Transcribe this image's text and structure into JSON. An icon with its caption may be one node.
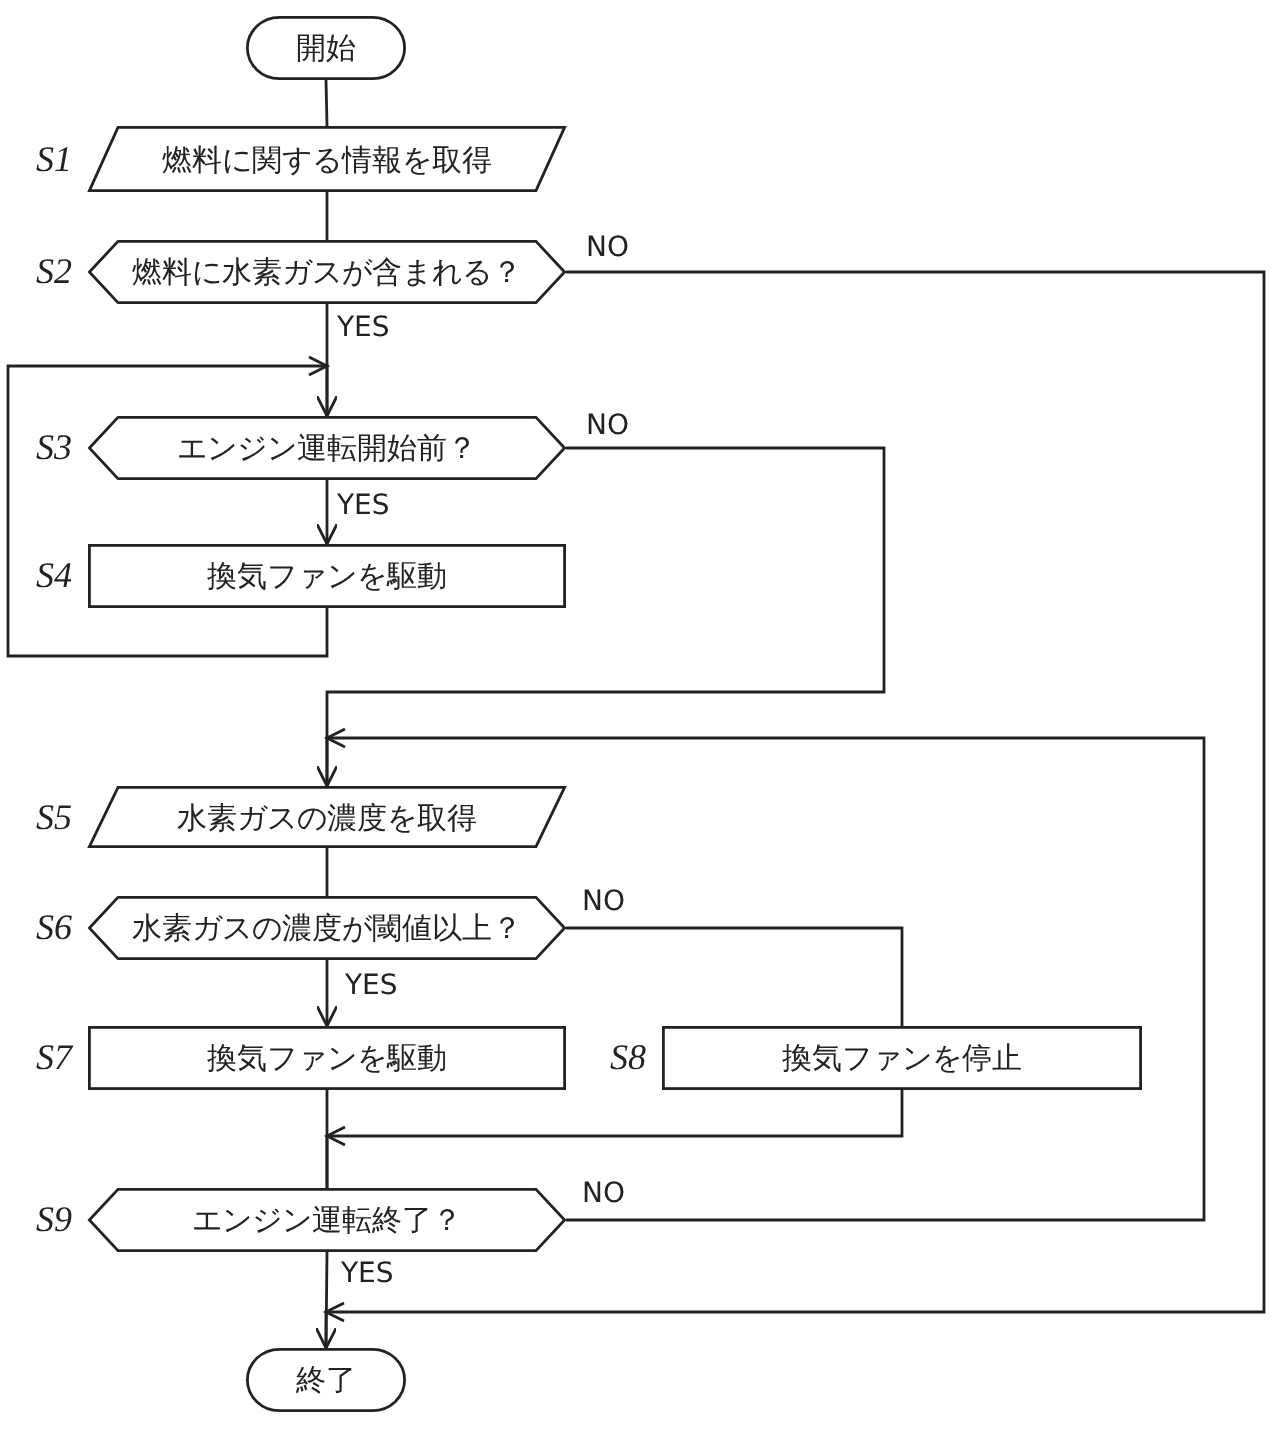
{
  "diagram": {
    "nodes": [
      {
        "text": [
          "開始"
        ]
      },
      {
        "text": [
          "燃料に関する情報を取得"
        ],
        "beside": [
          "S1"
        ]
      },
      {
        "text": [
          "燃料に水素ガスが含まれる？"
        ],
        "beside": [
          "S2"
        ]
      },
      {
        "text": [
          "エンジン運転開始前？"
        ],
        "beside": [
          "S3"
        ]
      },
      {
        "text": [
          "換気ファンを駆動"
        ],
        "beside": [
          "S4"
        ]
      },
      {
        "text": [
          "水素ガスの濃度を取得"
        ],
        "beside": [
          "S5"
        ]
      },
      {
        "text": [
          "水素ガスの濃度が閾値以上？"
        ],
        "beside": [
          "S6"
        ]
      },
      {
        "text": [
          "換気ファンを駆動"
        ],
        "beside": [
          "S7"
        ]
      },
      {
        "text": [
          "換気ファンを停止"
        ],
        "beside": [
          "S8"
        ]
      },
      {
        "text": [
          "エンジン運転終了？"
        ],
        "beside": [
          "S9"
        ]
      },
      {
        "text": [
          "終了"
        ]
      }
    ],
    "edges": [
      {
        "from": 0,
        "to": 1,
        "arrow": "none"
      },
      {
        "from": 1,
        "to": 2,
        "arrow": "none"
      },
      {
        "from": 2,
        "to": 3,
        "arrow": "to",
        "label": "YES"
      },
      {
        "from": 2,
        "to": 10,
        "arrow": "to",
        "label": "NO"
      },
      {
        "from": 3,
        "to": 4,
        "arrow": "to",
        "label": "YES"
      },
      {
        "from": 4,
        "to": 3,
        "arrow": "to"
      },
      {
        "from": 3,
        "to": 5,
        "arrow": "to",
        "label": "NO"
      },
      {
        "from": 5,
        "to": 6,
        "arrow": "none"
      },
      {
        "from": 6,
        "to": 7,
        "arrow": "to",
        "label": "YES"
      },
      {
        "from": 6,
        "to": 8,
        "arrow": "none",
        "label": "NO"
      },
      {
        "from": 7,
        "to": 9,
        "arrow": "none"
      },
      {
        "from": 8,
        "to": 9,
        "arrow": "to"
      },
      {
        "from": 9,
        "to": 5,
        "arrow": "to",
        "label": "NO"
      },
      {
        "from": 9,
        "to": 10,
        "arrow": "to",
        "label": "YES"
      }
    ]
  }
}
